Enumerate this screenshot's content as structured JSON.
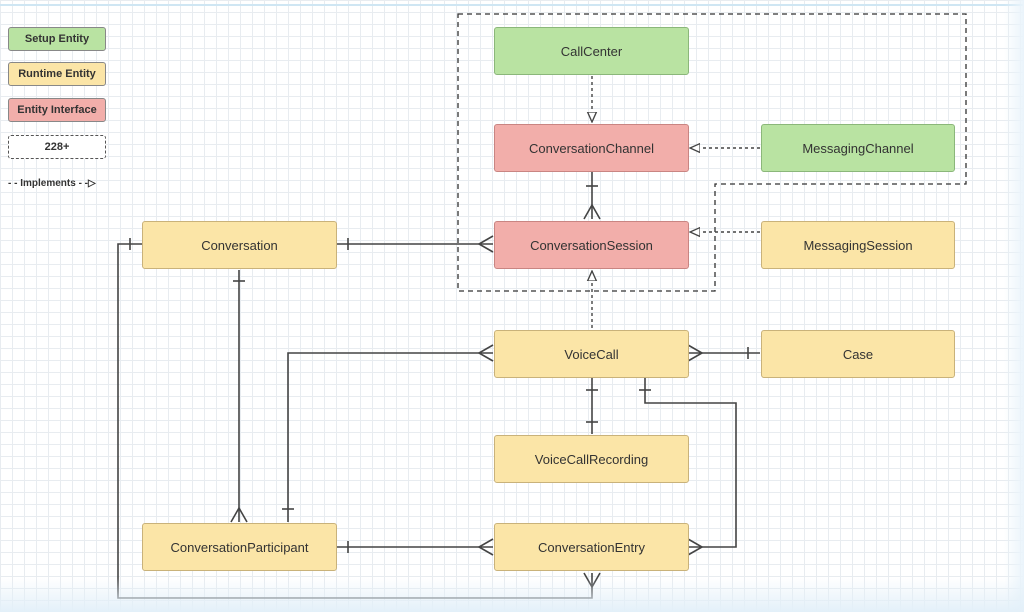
{
  "legend": {
    "setup": "Setup Entity",
    "runtime": "Runtime Entity",
    "interface": "Entity Interface",
    "package": "228+",
    "implements": "- - Implements - -▷"
  },
  "entities": {
    "call_center": "CallCenter",
    "conversation_channel": "ConversationChannel",
    "messaging_channel": "MessagingChannel",
    "conversation_session": "ConversationSession",
    "messaging_session": "MessagingSession",
    "conversation": "Conversation",
    "voice_call": "VoiceCall",
    "case": "Case",
    "voice_call_recording": "VoiceCallRecording",
    "conversation_participant": "ConversationParticipant",
    "conversation_entry": "ConversationEntry"
  },
  "colors": {
    "setup": "#b9e3a2",
    "runtime": "#fbe5a7",
    "interface": "#f2aeaa",
    "line": "#444444"
  }
}
